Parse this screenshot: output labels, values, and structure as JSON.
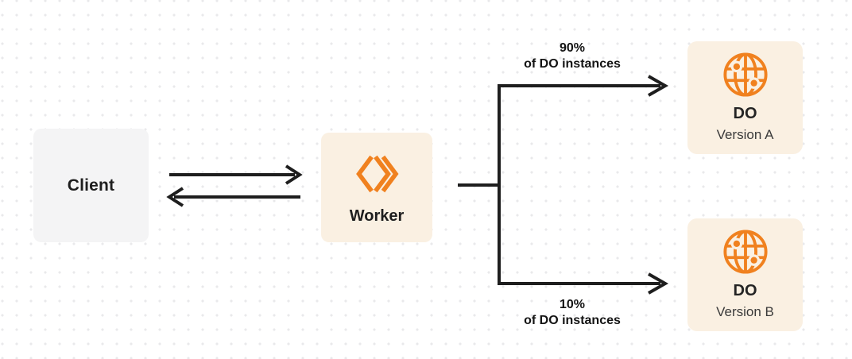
{
  "colors": {
    "accent_orange": "#F0811F",
    "node_cream": "#FAF0E2",
    "client_gray": "#F4F4F5",
    "line_dark": "#1E1E1E",
    "dot_grid": "#E9E9EB"
  },
  "nodes": {
    "client": {
      "label": "Client"
    },
    "worker": {
      "label": "Worker",
      "icon": "workers-logo-icon"
    },
    "do_version_a": {
      "title": "DO",
      "subtitle": "Version A",
      "icon": "durable-object-globe-icon"
    },
    "do_version_b": {
      "title": "DO",
      "subtitle": "Version B",
      "icon": "durable-object-globe-icon"
    }
  },
  "edges": {
    "top_branch": {
      "percent": "90%",
      "caption": "of DO instances"
    },
    "bottom_branch": {
      "percent": "10%",
      "caption": "of DO instances"
    }
  }
}
